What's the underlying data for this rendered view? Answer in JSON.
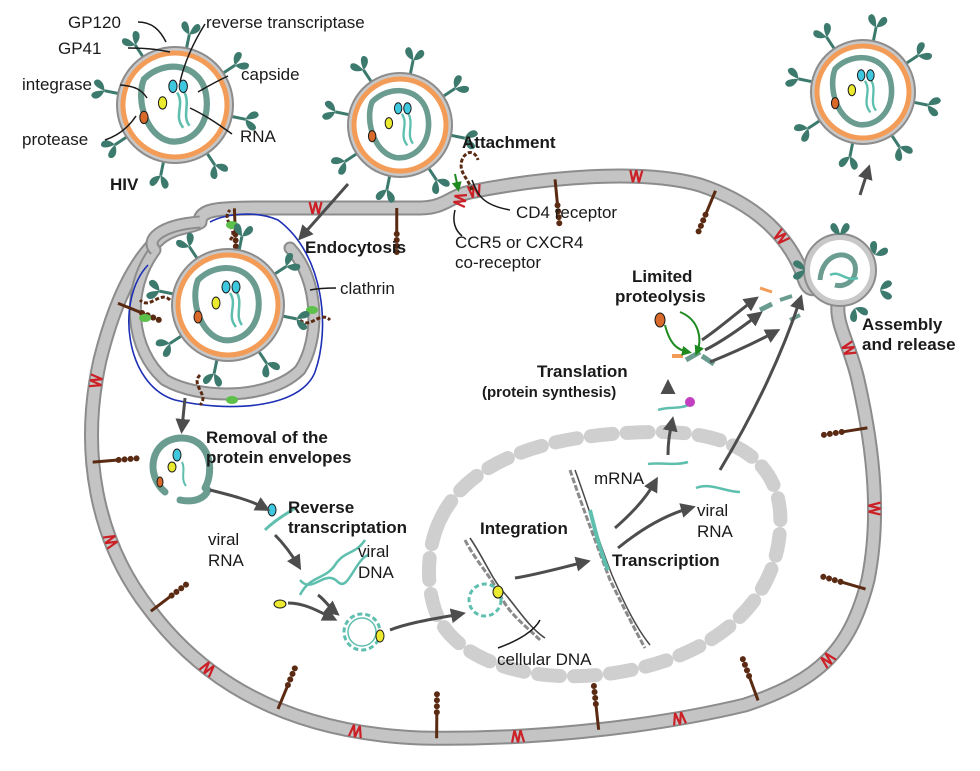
{
  "labels": {
    "gp120": "GP120",
    "gp41": "GP41",
    "reverse_transcriptase": "reverse transcriptase",
    "integrase": "integrase",
    "capside": "capside",
    "protease": "protease",
    "rna": "RNA",
    "hiv": "HIV",
    "attachment": "Attachment",
    "cd4_receptor": "CD4 receptor",
    "coreceptor_line1": "CCR5 or CXCR4",
    "coreceptor_line2": "co-receptor",
    "endocytosis": "Endocytosis",
    "clathrin": "clathrin",
    "limited_proteolysis_line1": "Limited",
    "limited_proteolysis_line2": "proteolysis",
    "assembly_line1": "Assembly",
    "assembly_line2": "and release",
    "translation_line1": "Translation",
    "translation_line2": "(protein synthesis)",
    "removal_line1": "Removal of the",
    "removal_line2": "protein envelopes",
    "reverse_tx_line1": "Reverse",
    "reverse_tx_line2": "transcriptation",
    "viral_rna_a_line1": "viral",
    "viral_rna_a_line2": "RNA",
    "viral_dna_line1": "viral",
    "viral_dna_line2": "DNA",
    "integration": "Integration",
    "mrna": "mRNA",
    "transcription": "Transcription",
    "viral_rna_b_line1": "viral",
    "viral_rna_b_line2": "RNA",
    "cellular_dna": "cellular DNA"
  },
  "colors": {
    "membrane": "#b3b3b3",
    "membrane_edge": "#8c8c8c",
    "envelope_orange": "#f39c58",
    "capsid": "#6b9c90",
    "glycoprotein": "#3d7a6e",
    "rna": "#5fbfae",
    "rt_cyan": "#3ec8e0",
    "integrase_yellow": "#ecea2e",
    "protease_orange": "#d9692a",
    "receptor_brown": "#5a2a12",
    "coreceptor_red": "#cc2027",
    "clathrin_blue": "#1c2fb5",
    "arrow_gray": "#4d4d4d",
    "nucleus_dash": "#cfcfcf",
    "green_arrow": "#1f8a1f",
    "ribosome_magenta": "#c040c0"
  }
}
